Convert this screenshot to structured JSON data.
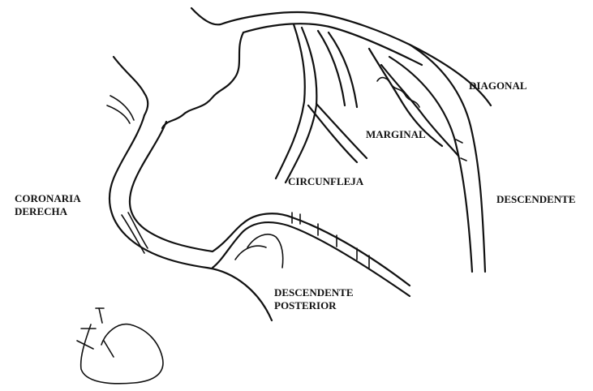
{
  "labels": {
    "diagonal": "DIAGONAL",
    "marginal": "MARGINAL",
    "circunfleja": "CIRCUNFLEJA",
    "descendente": "DESCENDENTE",
    "coronaria_derecha": [
      "CORONARIA",
      "DERECHA"
    ],
    "descendente_posterior": [
      "DESCENDENTE",
      "POSTERIOR"
    ]
  },
  "colors": {
    "ink": "#111111",
    "background": "#ffffff"
  }
}
